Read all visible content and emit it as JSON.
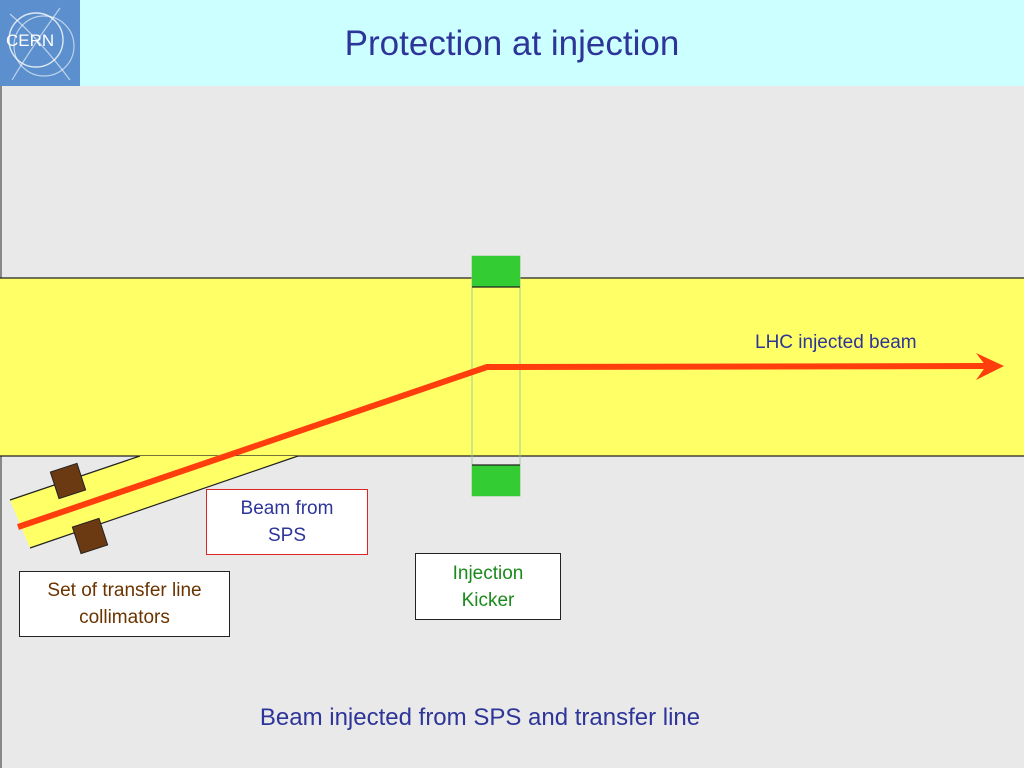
{
  "header": {
    "title": "Protection at injection",
    "logo_text": "CERN"
  },
  "labels": {
    "lhc_beam": "LHC injected beam",
    "beam_from_sps": "Beam from\nSPS",
    "injection_kicker": "Injection\nKicker",
    "collimators": "Set of transfer line\ncollimators"
  },
  "caption": "Beam injected from SPS and transfer line",
  "colors": {
    "header_bg": "#ccffff",
    "logo_bg": "#5b8fcd",
    "background": "#e9e9e9",
    "lhc_band": "#ffff66",
    "beam": "#ff3d0d",
    "kicker": "#33cc33",
    "collimator": "#6b3a12",
    "title_text": "#2e3599"
  },
  "icons": {
    "logo": "cern-logo-icon",
    "beam_arrow": "arrowhead-icon"
  }
}
